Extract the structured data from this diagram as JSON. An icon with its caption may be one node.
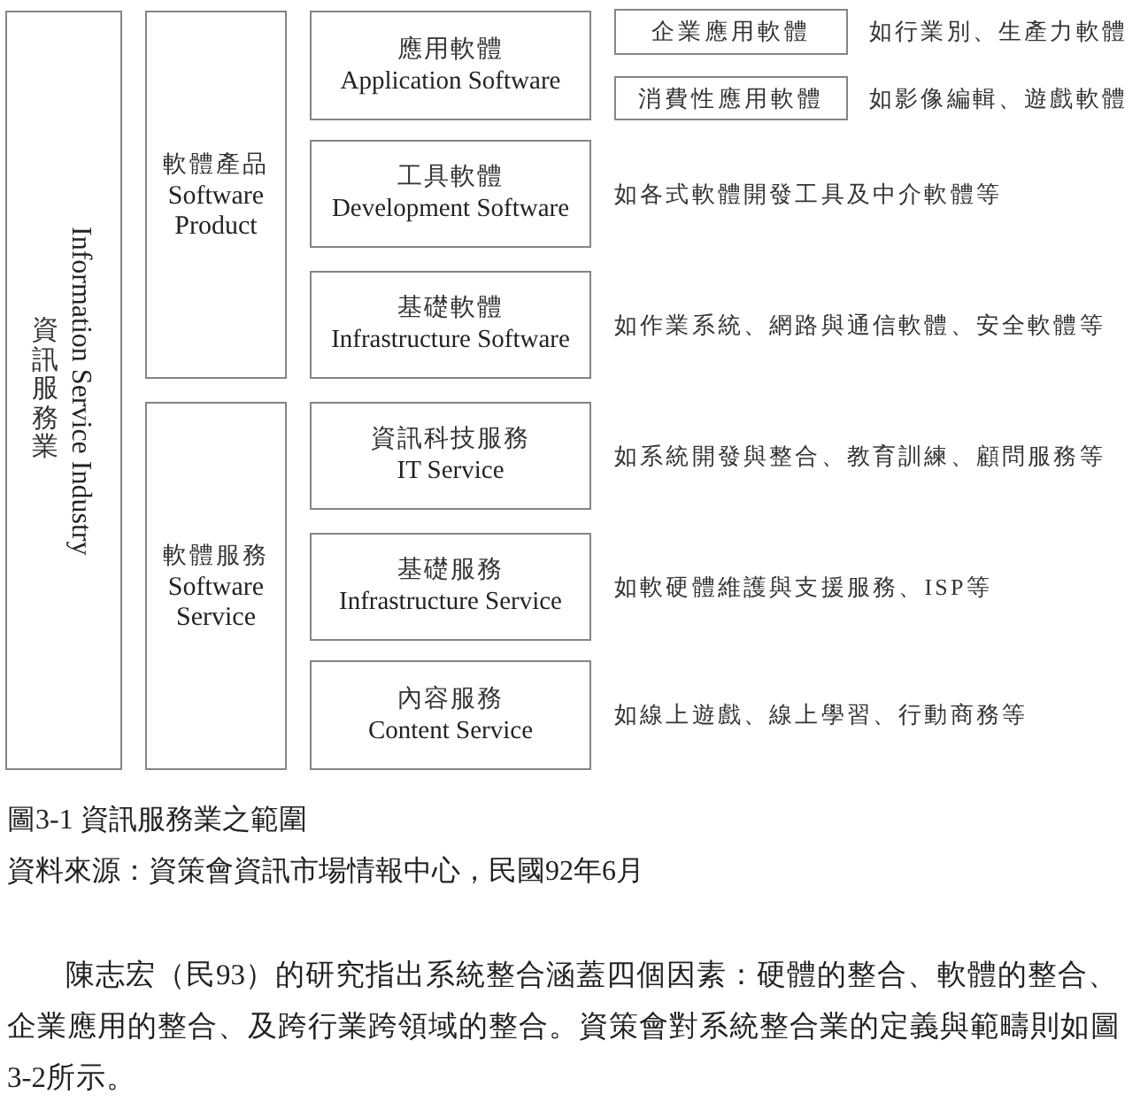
{
  "diagram": {
    "caption": "圖3-1 資訊服務業之範圍",
    "nodes": [
      {
        "text": [
          "資訊服務業",
          "Information Service Industry"
        ]
      },
      {
        "text": [
          "軟體產品",
          "Software Product"
        ]
      },
      {
        "text": [
          "應用軟體",
          "Application Software"
        ]
      },
      {
        "text": [
          "企業應用軟體"
        ],
        "beside": [
          "如行業別、生產力軟體"
        ]
      },
      {
        "text": [
          "消費性應用軟體"
        ],
        "beside": [
          "如影像編輯、遊戲軟體"
        ]
      },
      {
        "text": [
          "工具軟體",
          "Development Software"
        ],
        "beside": [
          "如各式軟體開發工具及中介軟體等"
        ]
      },
      {
        "text": [
          "基礎軟體",
          "Infrastructure Software"
        ],
        "beside": [
          "如作業系統、網路與通信軟體、安全軟體等"
        ]
      },
      {
        "text": [
          "軟體服務",
          "Software Service"
        ]
      },
      {
        "text": [
          "資訊科技服務",
          "IT Service"
        ],
        "beside": [
          "如系統開發與整合、教育訓練、顧問服務等"
        ]
      },
      {
        "text": [
          "基礎服務",
          "Infrastructure Service"
        ],
        "beside": [
          "如軟硬體維護與支援服務、ISP等"
        ]
      },
      {
        "text": [
          "內容服務",
          "Content Service"
        ],
        "beside": [
          "如線上遊戲、線上學習、行動商務等"
        ]
      }
    ],
    "labels": [
      "資料來源：資策會資訊市場情報中心，民國92年6月",
      "陳志宏（民93）的研究指出系統整合涵蓋四個因素：硬體的整合、軟體的整合、企業應用的整合、及跨行業跨領域的整合。資策會對系統整合業的定義與範疇則如圖3-2所示。"
    ]
  }
}
